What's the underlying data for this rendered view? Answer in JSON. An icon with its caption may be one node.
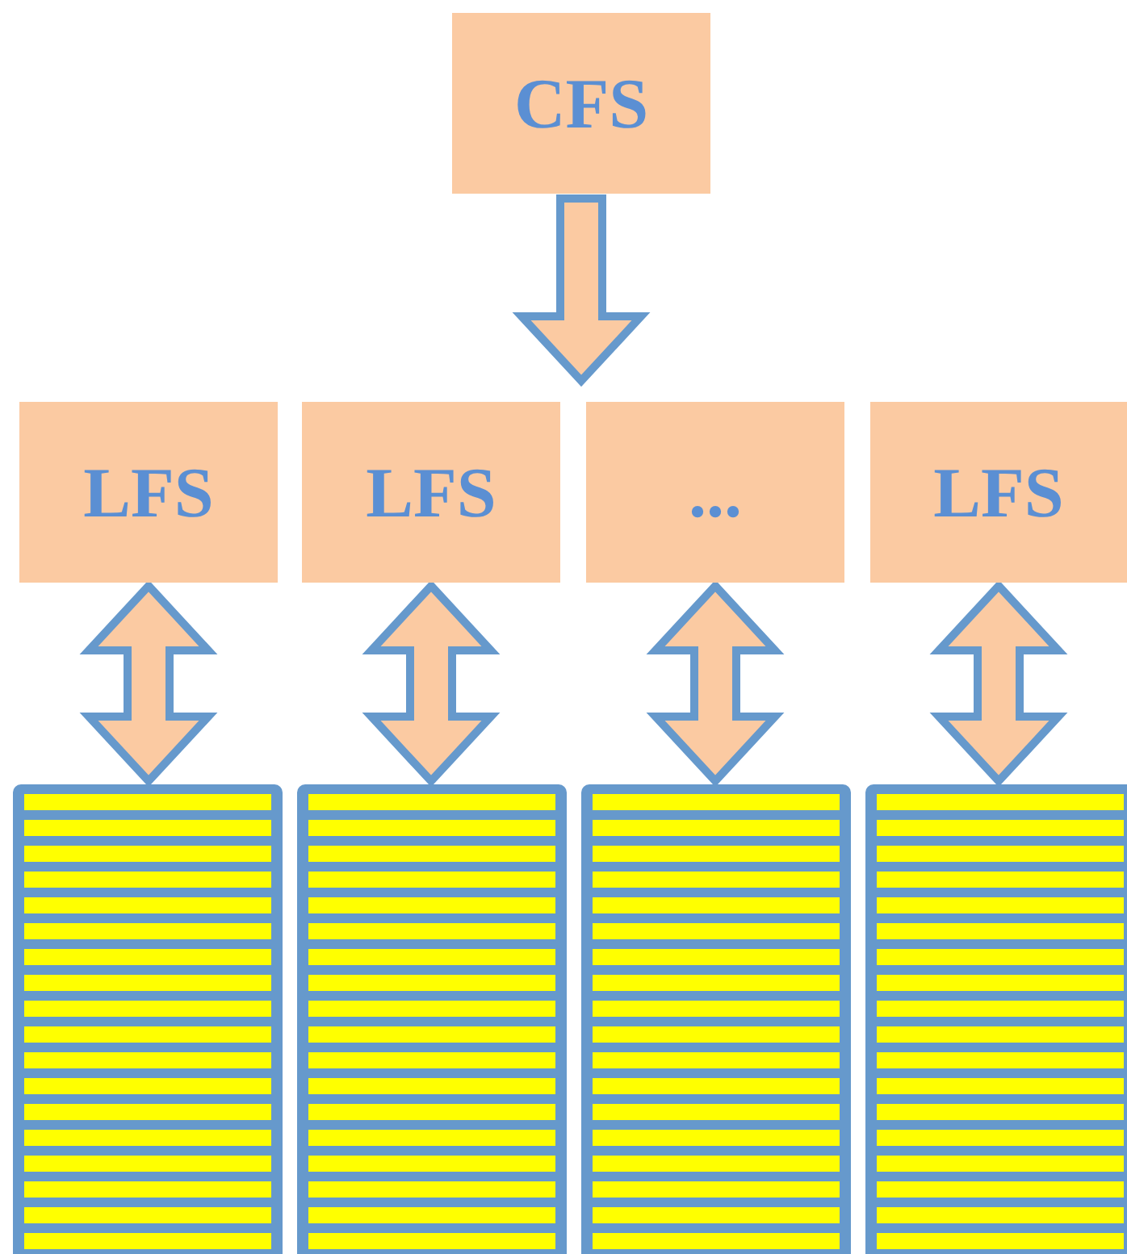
{
  "diagram": {
    "nodes": [
      {
        "text": [
          "CFS"
        ]
      },
      {
        "text": [
          "LFS"
        ]
      },
      {
        "text": [
          "LFS"
        ]
      },
      {
        "text": [
          "..."
        ]
      },
      {
        "text": [
          "LFS"
        ]
      },
      {
        "text": [],
        "shape": "box"
      },
      {
        "text": [],
        "shape": "box"
      },
      {
        "text": [],
        "shape": "box"
      },
      {
        "text": [],
        "shape": "box"
      }
    ],
    "edges": [
      {
        "from": 0,
        "to": null,
        "arrow": "to"
      },
      {
        "from": 1,
        "to": 5,
        "arrow": "both"
      },
      {
        "from": 2,
        "to": 6,
        "arrow": "both"
      },
      {
        "from": 3,
        "to": 7,
        "arrow": "both"
      },
      {
        "from": 4,
        "to": 8,
        "arrow": "both"
      }
    ]
  }
}
